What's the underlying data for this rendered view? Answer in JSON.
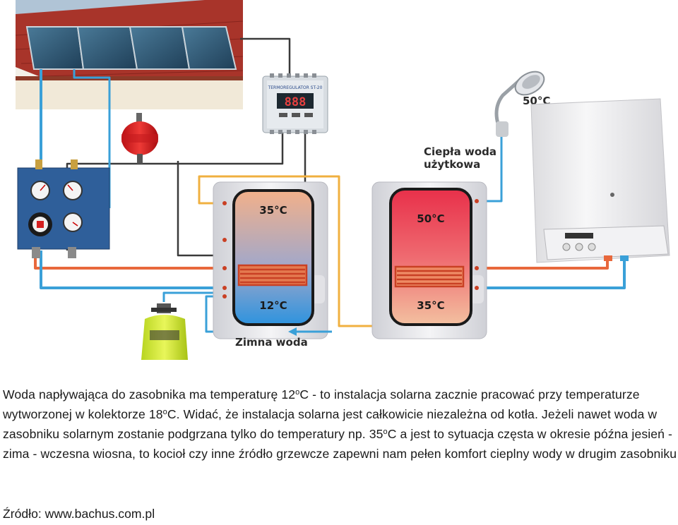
{
  "diagram": {
    "controller_title": "TERMOREGULATOR ST-20",
    "controller_display": "888",
    "shower_temp": "50°C",
    "hot_water_label_line1": "Ciepła woda",
    "hot_water_label_line2": "użytkowa",
    "cold_water_label": "Zimna woda",
    "solar_tank_top_temp": "35°C",
    "solar_tank_bottom_temp": "12°C",
    "second_tank_top_temp": "50°C",
    "second_tank_bottom_temp": "35°C",
    "colors": {
      "hot_pipe": "#e8683c",
      "cold_pipe": "#3aa0d8",
      "warm_pipe": "#f0b040",
      "signal_wire": "#3a3a3a",
      "tank_body": "#e9e9ec",
      "solar_tank_top": "#f2b08a",
      "solar_tank_bottom": "#2e93de",
      "second_tank_top": "#e8304a",
      "second_tank_bottom": "#f3c0a0"
    }
  },
  "caption": {
    "p1": "Woda napływająca do zasobnika ma temperaturę 12",
    "sup1": "o",
    "p2": "C  - to instalacja solarna zacznie pracować przy temperaturze wytworzonej w kolektorze 18",
    "sup2": "o",
    "p3": "C. Widać, że instalacja solarna jest całkowicie niezależna od kotła. Jeżeli nawet woda w zasobniku solarnym zostanie podgrzana tylko do temperatury np. 35",
    "sup3": "o",
    "p4": "C a jest to sytuacja częsta w okresie późna jesień - zima - wczesna wiosna, to kocioł czy inne źródło grzewcze zapewni nam pełen komfort cieplny wody w drugim zasobniku"
  },
  "source": "Źródło: www.bachus.com.pl"
}
